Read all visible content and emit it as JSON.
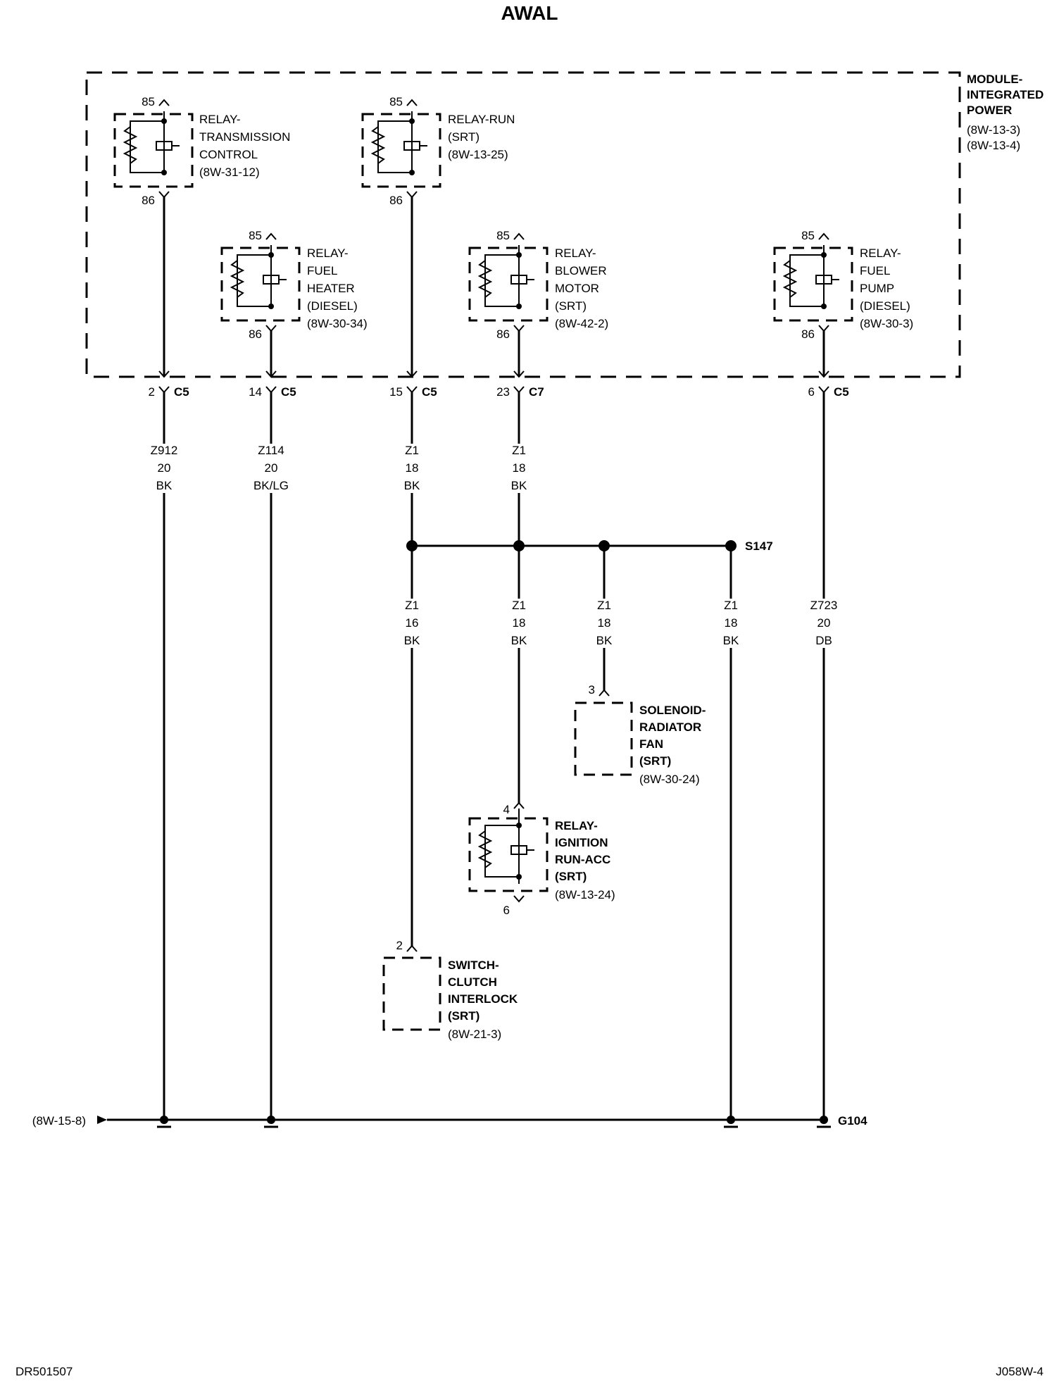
{
  "title": "AWAL",
  "module": {
    "name_lines": [
      "MODULE-",
      "INTEGRATED",
      "POWER"
    ],
    "refs": [
      "(8W-13-3)",
      "(8W-13-4)"
    ]
  },
  "relays": {
    "trans": {
      "lines": [
        "RELAY-",
        "TRANSMISSION",
        "CONTROL",
        "(8W-31-12)"
      ],
      "pin_top": "85",
      "pin_bot": "86"
    },
    "run": {
      "lines": [
        "RELAY-RUN",
        "(SRT)",
        "(8W-13-25)"
      ],
      "pin_top": "85",
      "pin_bot": "86"
    },
    "fuel_heater": {
      "lines": [
        "RELAY-",
        "FUEL",
        "HEATER",
        "(DIESEL)",
        "(8W-30-34)"
      ],
      "pin_top": "85",
      "pin_bot": "86"
    },
    "blower": {
      "lines": [
        "RELAY-",
        "BLOWER",
        "MOTOR",
        "(SRT)",
        "(8W-42-2)"
      ],
      "pin_top": "85",
      "pin_bot": "86"
    },
    "fuel_pump": {
      "lines": [
        "RELAY-",
        "FUEL",
        "PUMP",
        "(DIESEL)",
        "(8W-30-3)"
      ],
      "pin_top": "85",
      "pin_bot": "86"
    },
    "ignition": {
      "lines": [
        "RELAY-",
        "IGNITION",
        "RUN-ACC",
        "(SRT)",
        "(8W-13-24)"
      ],
      "pin_top": "4",
      "pin_bot": "6"
    }
  },
  "connectors": [
    {
      "pin": "2",
      "conn": "C5"
    },
    {
      "pin": "14",
      "conn": "C5"
    },
    {
      "pin": "15",
      "conn": "C5"
    },
    {
      "pin": "23",
      "conn": "C7"
    },
    {
      "pin": "6",
      "conn": "C5"
    }
  ],
  "wires_upper": [
    {
      "circuit": "Z912",
      "gauge": "20",
      "color": "BK"
    },
    {
      "circuit": "Z114",
      "gauge": "20",
      "color": "BK/LG"
    },
    {
      "circuit": "Z1",
      "gauge": "18",
      "color": "BK"
    },
    {
      "circuit": "Z1",
      "gauge": "18",
      "color": "BK"
    }
  ],
  "splice": "S147",
  "wires_lower": [
    {
      "circuit": "Z1",
      "gauge": "16",
      "color": "BK"
    },
    {
      "circuit": "Z1",
      "gauge": "18",
      "color": "BK"
    },
    {
      "circuit": "Z1",
      "gauge": "18",
      "color": "BK"
    },
    {
      "circuit": "Z1",
      "gauge": "18",
      "color": "BK"
    },
    {
      "circuit": "Z723",
      "gauge": "20",
      "color": "DB"
    }
  ],
  "solenoid": {
    "pin": "3",
    "lines": [
      "SOLENOID-",
      "RADIATOR",
      "FAN",
      "(SRT)",
      "(8W-30-24)"
    ]
  },
  "switch": {
    "pin": "2",
    "lines": [
      "SWITCH-",
      "CLUTCH",
      "INTERLOCK",
      "(SRT)",
      "(8W-21-3)"
    ]
  },
  "ground": {
    "ref": "(8W-15-8)",
    "name": "G104"
  },
  "footer": {
    "left": "DR501507",
    "right": "J058W-4"
  }
}
